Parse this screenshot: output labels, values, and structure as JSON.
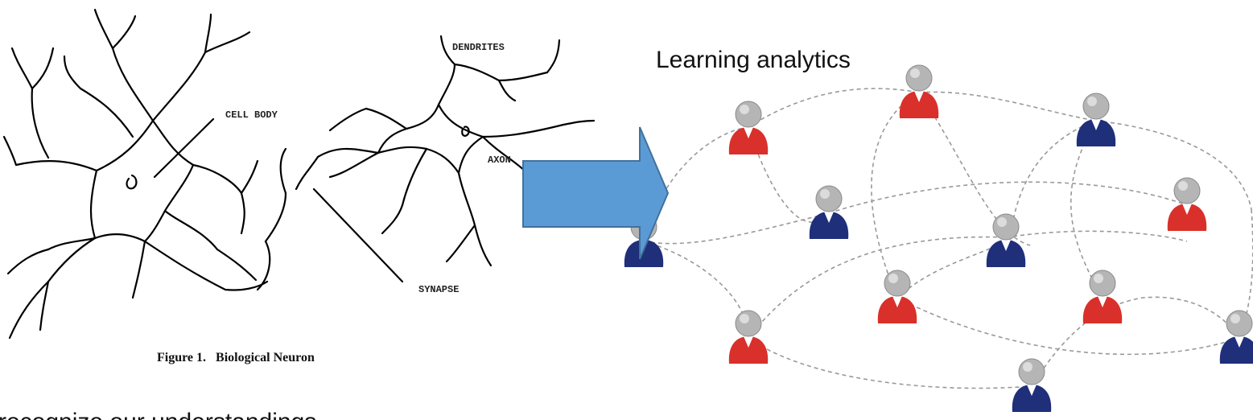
{
  "neuron_figure": {
    "labels": {
      "dendrites": "DENDRITES",
      "cell_body": "CELL BODY",
      "axon": "AXON",
      "synapse": "SYNAPSE"
    },
    "caption": "Figure 1.   Biological Neuron"
  },
  "network": {
    "title": "Learning analytics",
    "node_colors": {
      "red": "#d9302b",
      "blue": "#1f2f7a",
      "head": "#b5b5b5"
    },
    "nodes": [
      {
        "id": "n1",
        "color": "red"
      },
      {
        "id": "n2",
        "color": "red"
      },
      {
        "id": "n3",
        "color": "blue"
      },
      {
        "id": "n4",
        "color": "blue"
      },
      {
        "id": "n5",
        "color": "red"
      },
      {
        "id": "n6",
        "color": "blue"
      },
      {
        "id": "n7",
        "color": "blue"
      },
      {
        "id": "n8",
        "color": "red"
      },
      {
        "id": "n9",
        "color": "red"
      },
      {
        "id": "n10",
        "color": "red"
      },
      {
        "id": "n11",
        "color": "blue"
      },
      {
        "id": "n12",
        "color": "blue"
      }
    ]
  },
  "arrow": {
    "color": "#5b9bd5",
    "stroke": "#41719c"
  },
  "bottom_text": "recognize our understandings"
}
